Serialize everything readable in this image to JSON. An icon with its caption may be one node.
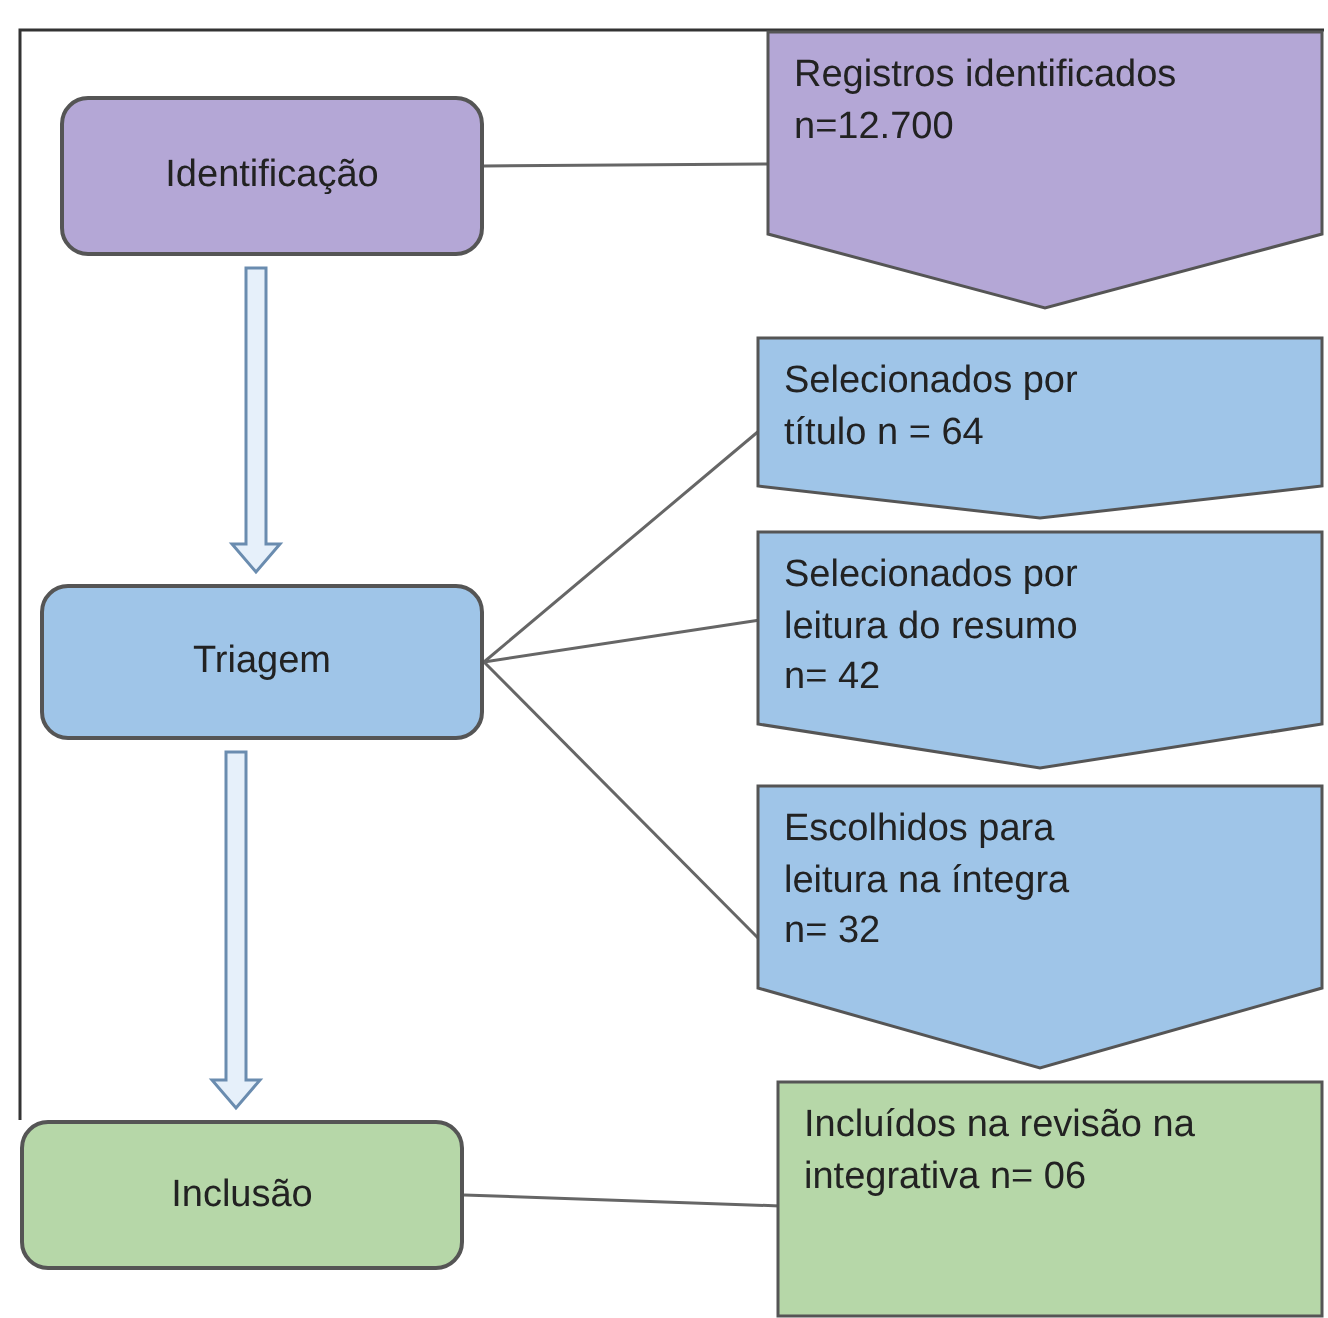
{
  "diagram": {
    "nodes": [
      {
        "text": [
          "Identificação"
        ]
      },
      {
        "text": [
          "Registros identificados n=12.700"
        ]
      },
      {
        "text": [
          "Triagem"
        ]
      },
      {
        "text": [
          "Selecionados por título n = 64"
        ]
      },
      {
        "text": [
          "Selecionados por leitura do resumo n= 42"
        ]
      },
      {
        "text": [
          "Escolhidos para leitura na íntegra n= 32"
        ]
      },
      {
        "text": [
          "Inclusão"
        ]
      },
      {
        "text": [
          "Incluídos na revisão na integrativa n= 06"
        ]
      }
    ],
    "edges": [
      {
        "from": 0,
        "to": 1,
        "arrow": "none"
      },
      {
        "from": 0,
        "to": 2,
        "arrow": "to",
        "style": "thick"
      },
      {
        "from": 2,
        "to": 3,
        "arrow": "none"
      },
      {
        "from": 2,
        "to": 4,
        "arrow": "none"
      },
      {
        "from": 2,
        "to": 5,
        "arrow": "none"
      },
      {
        "from": 2,
        "to": 6,
        "arrow": "to",
        "style": "thick"
      },
      {
        "from": 6,
        "to": 7,
        "arrow": "none"
      }
    ]
  }
}
